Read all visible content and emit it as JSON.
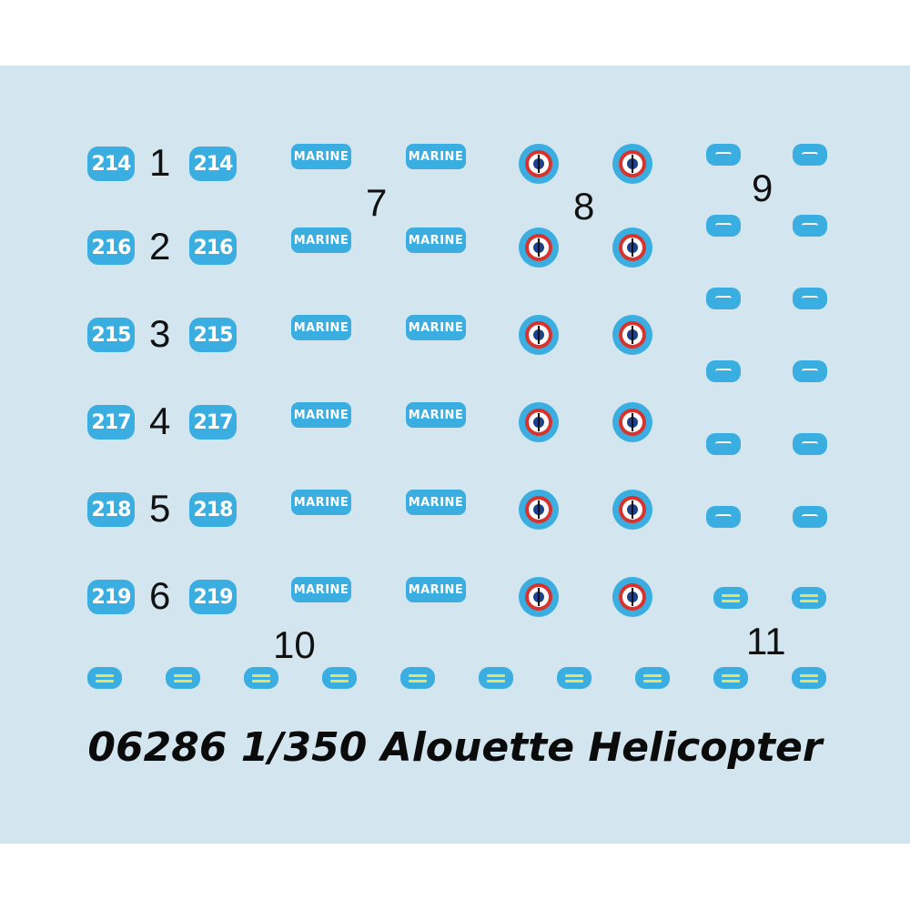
{
  "title": "06286 1/350 Alouette Helicopter",
  "colors": {
    "sheet": "#d3e6f0",
    "decal_blue": "#3aaee0",
    "roundel_red": "#d8332e",
    "roundel_blue": "#1d3f8c",
    "stripe_yellow": "#e9e06a"
  },
  "rows": [
    {
      "index": "1",
      "code": "214"
    },
    {
      "index": "2",
      "code": "216"
    },
    {
      "index": "3",
      "code": "215"
    },
    {
      "index": "4",
      "code": "217"
    },
    {
      "index": "5",
      "code": "218"
    },
    {
      "index": "6",
      "code": "219"
    }
  ],
  "marine_label": "MARINE",
  "group_labels": {
    "marine": "7",
    "roundel": "8",
    "small": "9",
    "stripes_bottom": "10",
    "stripes_right": "11"
  },
  "icons": {
    "roundel": "french-navy-roundel-icon",
    "small": "small-marking-icon",
    "stripe": "yellow-stripe-icon"
  }
}
